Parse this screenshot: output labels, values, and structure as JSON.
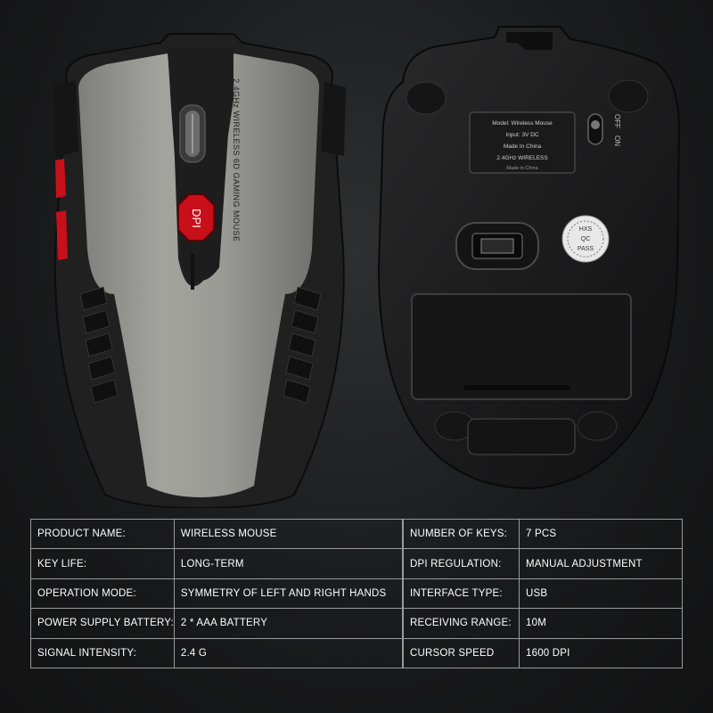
{
  "product": {
    "top_view": {
      "side_text": "2.4GHz WIRELESS 6D GAMING MOUSE",
      "dpi_button": "DPI",
      "colors": {
        "shell": "#9a9a95",
        "side": "#2a2a2a",
        "accent": "#c8101a"
      }
    },
    "bottom_view": {
      "switch_off": "OFF",
      "switch_on": "ON",
      "label_lines": [
        "Model: Wireless Mouse",
        "Input: 3V DC",
        "Made In China",
        "2.4GHz WIRELESS",
        "Made in China"
      ],
      "seal_text": [
        "HXS",
        "QC",
        "PASS"
      ]
    }
  },
  "specs": {
    "left": [
      {
        "key": "PRODUCT NAME:",
        "value": "WIRELESS MOUSE"
      },
      {
        "key": "KEY LIFE:",
        "value": "LONG-TERM"
      },
      {
        "key": "OPERATION MODE:",
        "value": "SYMMETRY OF LEFT AND RIGHT HANDS"
      },
      {
        "key": "POWER SUPPLY BATTERY:",
        "value": "2 * AAA BATTERY"
      },
      {
        "key": "SIGNAL INTENSITY:",
        "value": "2.4 G"
      }
    ],
    "right": [
      {
        "key": "NUMBER OF KEYS:",
        "value": "7 PCS"
      },
      {
        "key": "DPI REGULATION:",
        "value": "MANUAL ADJUSTMENT"
      },
      {
        "key": "INTERFACE TYPE:",
        "value": "USB"
      },
      {
        "key": "RECEIVING RANGE:",
        "value": "10M"
      },
      {
        "key": "CURSOR SPEED",
        "value": "1600 DPI"
      }
    ]
  }
}
